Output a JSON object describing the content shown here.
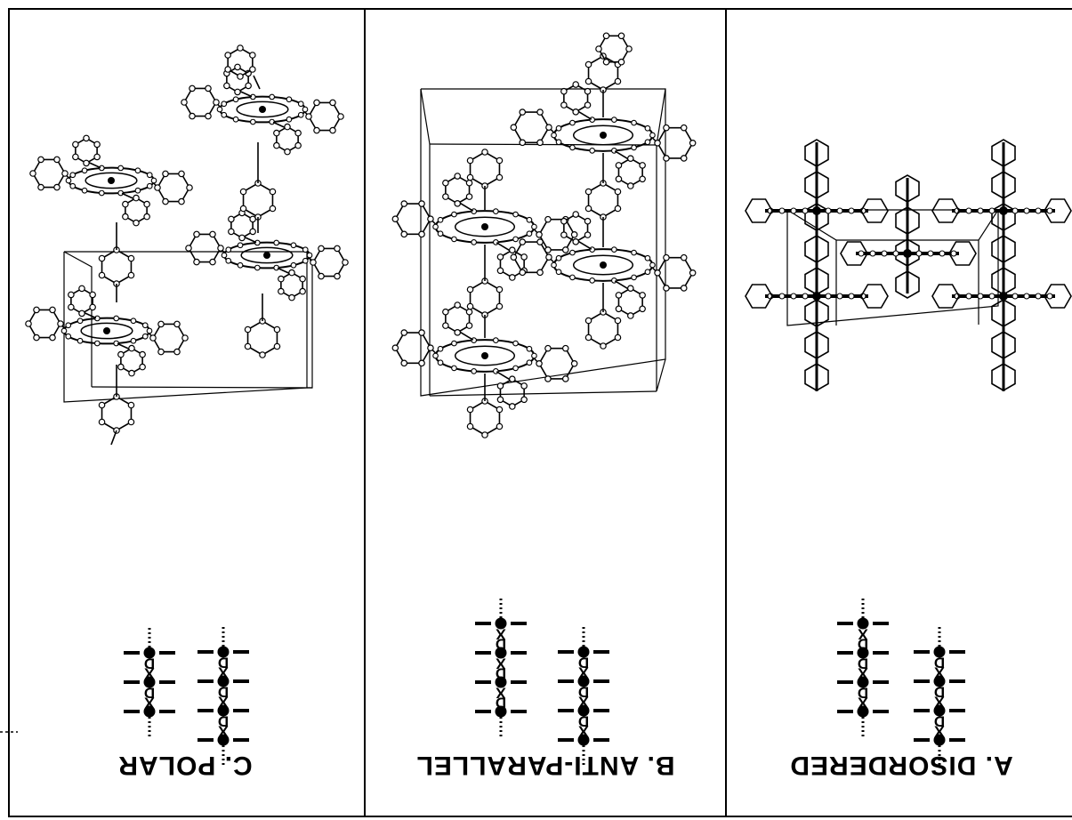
{
  "figure": {
    "orientation": "rotated 180 degrees",
    "panels": [
      {
        "id": "C",
        "label": "C.   POLAR",
        "chains": [
          {
            "units": [
              "X",
              "D",
              "X",
              "D"
            ]
          },
          {
            "units": [
              "X",
              "D",
              "X",
              "D",
              "X",
              "D"
            ]
          }
        ],
        "structure": "polar crystal packing"
      },
      {
        "id": "B",
        "label": "B.   ANTI-PARALLEL",
        "chains": [
          {
            "units": [
              "D",
              "X",
              "D",
              "X",
              "D",
              "X"
            ]
          },
          {
            "units": [
              "X",
              "D",
              "X",
              "D",
              "X",
              "D"
            ]
          }
        ],
        "structure": "anti-parallel crystal packing"
      },
      {
        "id": "A",
        "label": "A.   DISORDERED",
        "chains": [
          {
            "units": [
              "X",
              "D",
              "X",
              "D",
              "D",
              "X"
            ]
          },
          {
            "units": [
              "X",
              "D",
              "X",
              "D",
              "X",
              "D"
            ]
          }
        ],
        "structure": "disordered crystal packing"
      }
    ]
  },
  "colors": {
    "ink": "#000000",
    "paper": "#ffffff"
  }
}
